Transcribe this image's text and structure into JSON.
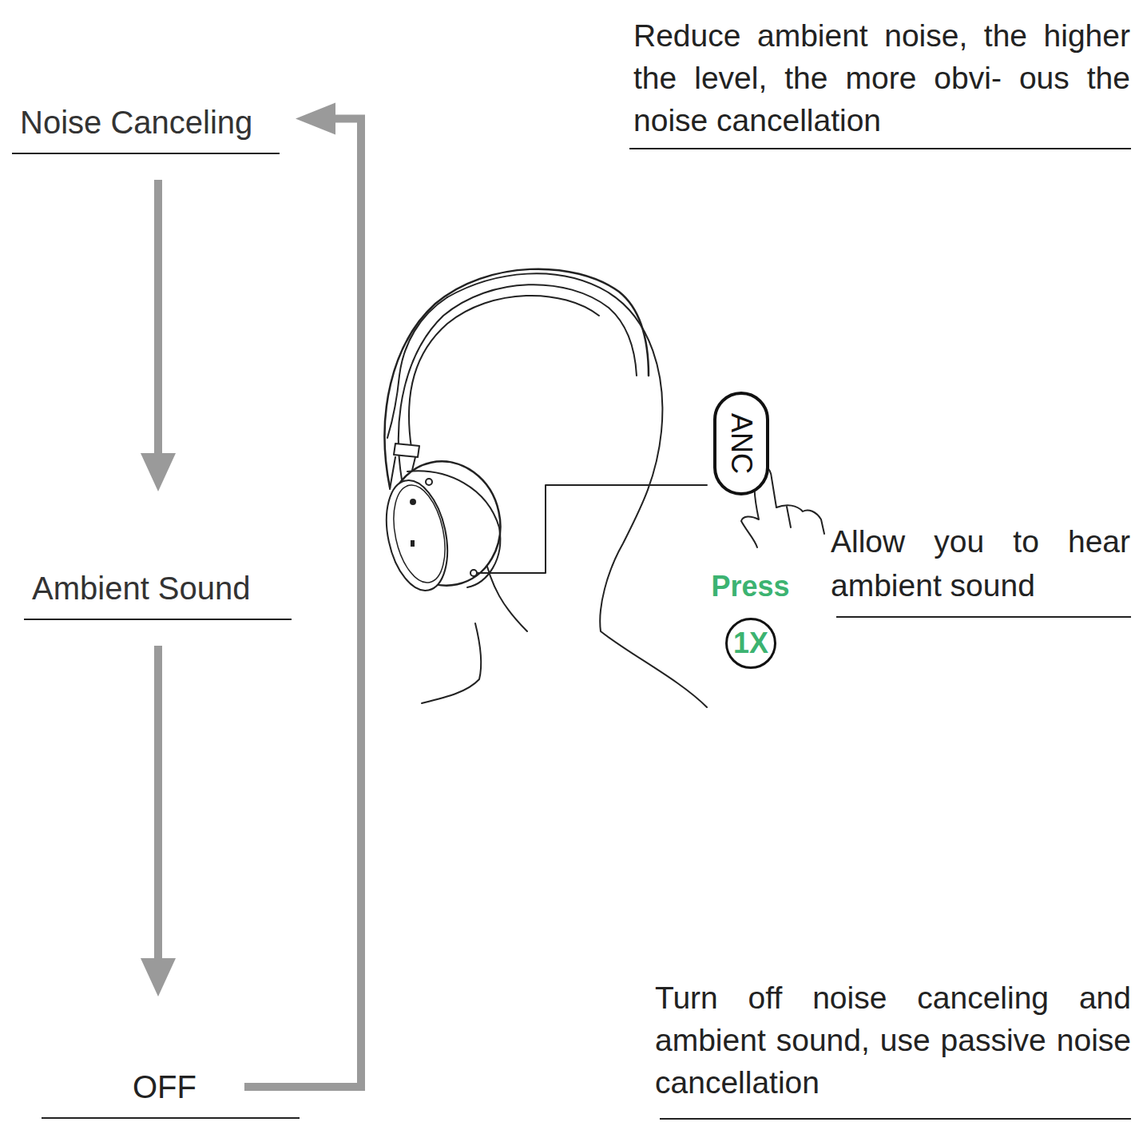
{
  "diagram": {
    "nodes": [
      {
        "text": [
          "Noise Canceling"
        ]
      },
      {
        "text": [
          "Ambient Sound"
        ]
      },
      {
        "text": [
          "OFF"
        ]
      },
      {
        "text": [
          "ANC"
        ]
      },
      {
        "text": [
          "1X"
        ]
      }
    ],
    "edges": [
      {
        "from": 0,
        "to": 1,
        "arrow": "to"
      },
      {
        "from": 1,
        "to": 2,
        "arrow": "to"
      },
      {
        "from": 2,
        "to": 0,
        "arrow": "to"
      }
    ],
    "labels": [
      "Reduce ambient noise, the higher the level, the more obvi- ous the noise cancellation",
      "Allow you to hear ambient sound",
      "Press",
      "Turn off noise canceling and ambient sound, use passive noise cancellation"
    ]
  }
}
